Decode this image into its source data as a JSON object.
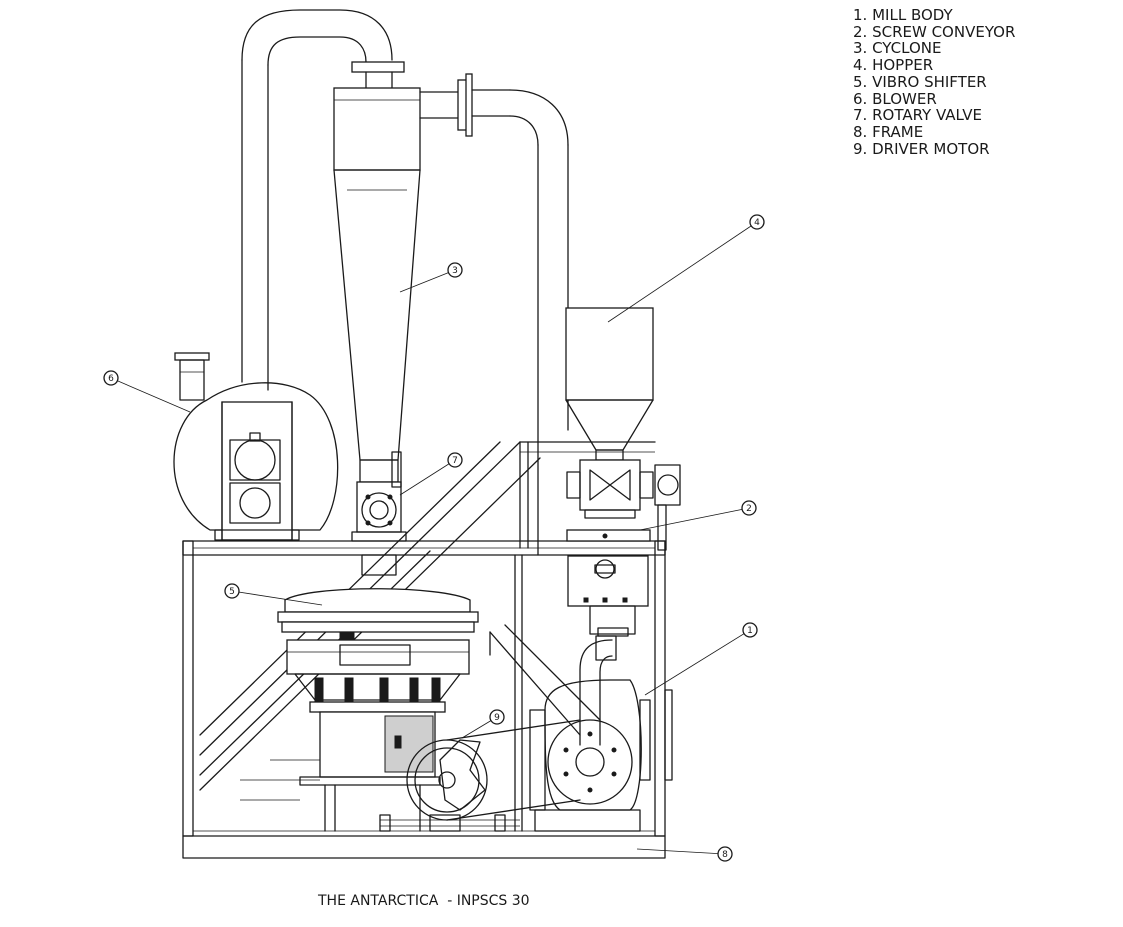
{
  "legend": [
    {
      "number": "1.",
      "name": "MILL BODY"
    },
    {
      "number": "2.",
      "name": "SCREW CONVEYOR"
    },
    {
      "number": "3.",
      "name": "CYCLONE"
    },
    {
      "number": "4.",
      "name": "HOPPER"
    },
    {
      "number": "5.",
      "name": "VIBRO SHIFTER"
    },
    {
      "number": "6.",
      "name": "BLOWER"
    },
    {
      "number": "7.",
      "name": "ROTARY VALVE"
    },
    {
      "number": "8.",
      "name": "FRAME"
    },
    {
      "number": "9.",
      "name": "DRIVER MOTOR"
    }
  ],
  "callouts": [
    "1",
    "2",
    "3",
    "4",
    "5",
    "6",
    "7",
    "8",
    "9"
  ],
  "caption": "THE ANTARCTICA  - INPSCS 30",
  "colors": {
    "line": "#1a1a1a",
    "background": "#ffffff"
  }
}
